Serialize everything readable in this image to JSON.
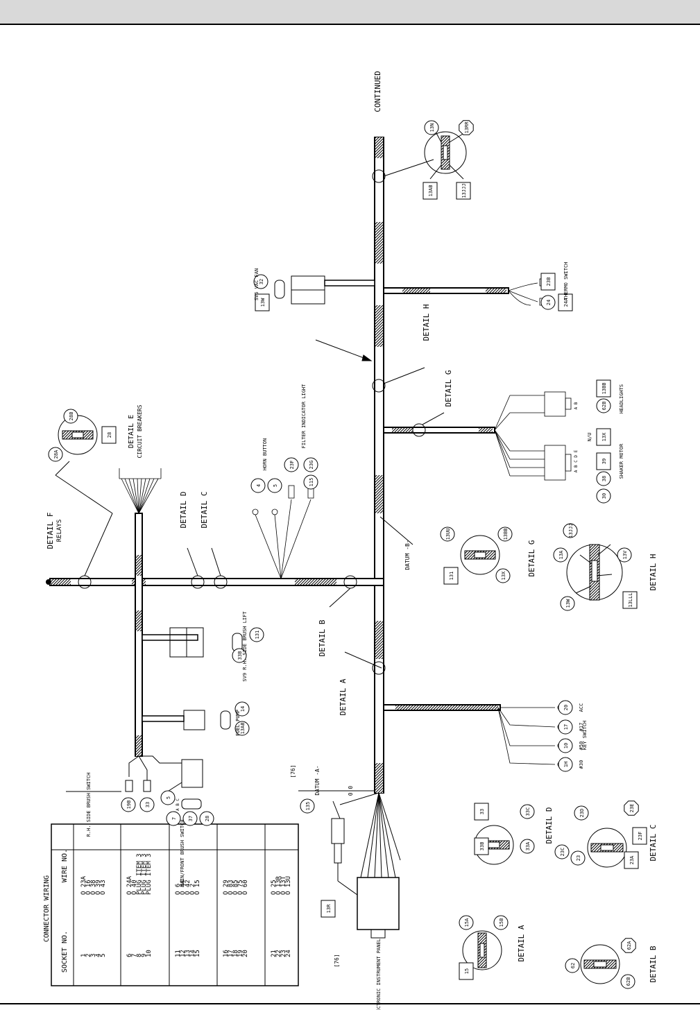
{
  "connector_wiring": {
    "title": "CONNECTOR WIRING",
    "col_socket": "SOCKET NO.",
    "col_wire": "WIRE NO.",
    "rows": [
      {
        "socket": "1",
        "wire": "O 23A"
      },
      {
        "socket": "2",
        "wire": "O 16"
      },
      {
        "socket": "3",
        "wire": "O 38"
      },
      {
        "socket": "4",
        "wire": "O 39"
      },
      {
        "socket": "5",
        "wire": "O 43"
      },
      {
        "socket": "6",
        "wire": "O 24A"
      },
      {
        "socket": "7",
        "wire": "O 40"
      },
      {
        "socket": "8",
        "wire": "PLUG ITEM 3"
      },
      {
        "socket": "9",
        "wire": "PLUG ITEM 3"
      },
      {
        "socket": "10",
        "wire": "PLUG ITEM 3"
      },
      {
        "socket": "11",
        "wire": "O 6"
      },
      {
        "socket": "12",
        "wire": "O 44"
      },
      {
        "socket": "13",
        "wire": "O 42"
      },
      {
        "socket": "14",
        "wire": "O 2"
      },
      {
        "socket": "15",
        "wire": "O 15"
      },
      {
        "socket": "16",
        "wire": "O 29"
      },
      {
        "socket": "17",
        "wire": "O 83"
      },
      {
        "socket": "18",
        "wire": "O 85"
      },
      {
        "socket": "19",
        "wire": "O 75"
      },
      {
        "socket": "20",
        "wire": "O 60"
      },
      {
        "socket": "21",
        "wire": "O 25"
      },
      {
        "socket": "22",
        "wire": "O 13R"
      },
      {
        "socket": "23",
        "wire": "O 13T"
      },
      {
        "socket": "24",
        "wire": "O 13U"
      }
    ]
  },
  "labels": {
    "continued": "CONTINUED",
    "detail_a": "DETAIL A",
    "detail_b": "DETAIL B",
    "detail_c": "DETAIL C",
    "detail_d": "DETAIL D",
    "detail_e": "DETAIL E",
    "circuit_breakers": "CIRCUIT BREAKERS",
    "detail_f": "DETAIL F",
    "relays": "RELAYS",
    "detail_g": "DETAIL G",
    "detail_h": "DETAIL H",
    "datum_a": "DATUM -A-",
    "datum_b": "DATUM -B-",
    "ref_76a": "[76]",
    "ref_76b": "[76]",
    "dim_0": "0.0",
    "electronic_instrument_panel": "ELECTRONIC INSTRUMENT PANEL",
    "main_front_brush_switch": "MAIN/FRONT BRUSH SWITCH",
    "rh_side_brush_switch": "R.H. SIDE BRUSH SWITCH",
    "fuel_pump": "FUEL PUMP",
    "sv9_rh_side_brush_lift": "SV9 R.H. SIDE BRUSH LIFT",
    "horn_button": "HORN BUTTON",
    "filter_indicator_light": "FILTER INDICATOR LIGHT",
    "sv6_vac_fan": "SV6 VAC FAN",
    "thermo_switch": "THERMO SWITCH",
    "headlights": "HEADLIGHTS",
    "shaker_motor": "SHAKER MOTOR",
    "key_switch": "KEY SWITCH",
    "acc": "ACC",
    "k17": "#17",
    "k50": "#50",
    "k30": "#30",
    "nu": "N/U",
    "pin_abc": "A B C",
    "pin_ab": "A B",
    "pin_abcde": "A B C D E"
  },
  "tags": {
    "t13N": "13N",
    "t13RR": "13RR",
    "t13AB": "13AB",
    "t13JJJ": "13JJJ",
    "t32": "32",
    "t13W": "13W",
    "t23B": "23B",
    "t24": "24",
    "t24A": "24A",
    "t13BB": "13BB",
    "t62B": "62B",
    "t13X": "13X",
    "t39": "39",
    "t38": "38",
    "t30": "30",
    "t28B": "28B",
    "t28A": "28A",
    "t28": "28",
    "t4": "4",
    "t5": "5",
    "t23F": "23F",
    "t23G": "23G",
    "t115": "115",
    "t13UU": "13UU",
    "t13BBg": "13BB",
    "t131": "131",
    "t13Xg": "13X",
    "t13JJJh": "13JJJ",
    "t13A": "13A",
    "t13V": "13V",
    "t13Wh": "13W",
    "t13LLL": "13LLL",
    "t131sv9": "131",
    "t33B": "33B",
    "t14": "14",
    "t13AB2": "13AB",
    "t20": "20",
    "t17": "17",
    "t10": "10",
    "t1H": "1H",
    "t19B": "19B",
    "t33": "33",
    "t7": "7",
    "t37": "37",
    "t28m": "28",
    "t135": "135",
    "t13R": "13R",
    "d33": "33",
    "d33C": "33C",
    "d33B": "33B",
    "d33A": "33A",
    "c23D": "23D",
    "c23E": "23E",
    "c23C": "23C",
    "c23": "23",
    "c23F": "23F",
    "c23A": "23A",
    "a15A": "15A",
    "a15B": "15B",
    "a15": "15",
    "b62": "62",
    "b62A": "62A",
    "b62B": "62B",
    "n5": "5"
  }
}
